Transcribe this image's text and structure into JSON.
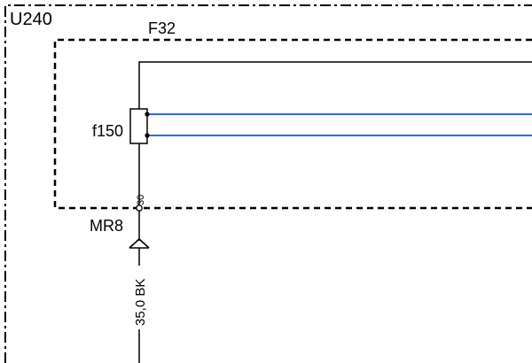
{
  "diagram": {
    "outer_box_label": "U240",
    "inner_box_label": "F32",
    "component_label": "f150",
    "pin_label": "30",
    "connector_label": "MR8",
    "wire_label": "35,0 BK",
    "colors": {
      "line": "#000000",
      "signal_wire": "#1f4fd8",
      "background": "#ffffff"
    }
  }
}
